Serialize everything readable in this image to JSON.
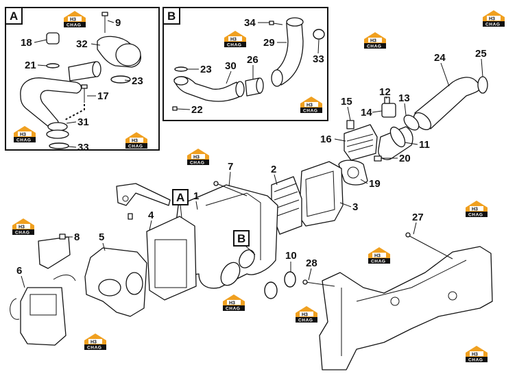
{
  "diagram": {
    "inset_labels": {
      "A": "A",
      "B": "B"
    },
    "callout_labels": {
      "A": "A",
      "B": "B"
    },
    "part_numbers": {
      "p1": "1",
      "p2": "2",
      "p3": "3",
      "p4": "4",
      "p5": "5",
      "p6": "6",
      "p7": "7",
      "p8": "8",
      "p9": "9",
      "p10": "10",
      "p11": "11",
      "p12": "12",
      "p13": "13",
      "p14": "14",
      "p15": "15",
      "p16": "16",
      "p17": "17",
      "p18": "18",
      "p19": "19",
      "p20": "20",
      "p21": "21",
      "p22": "22",
      "p23a": "23",
      "p23b": "23",
      "p24": "24",
      "p25": "25",
      "p26": "26",
      "p27": "27",
      "p28": "28",
      "p29": "29",
      "p30": "30",
      "p31": "31",
      "p32": "32",
      "p33a": "33",
      "p33b": "33",
      "p34": "34"
    },
    "watermark": {
      "brand": "H3",
      "word": "CHAG",
      "color_orange": "#f0a020",
      "color_black": "#111111"
    }
  }
}
